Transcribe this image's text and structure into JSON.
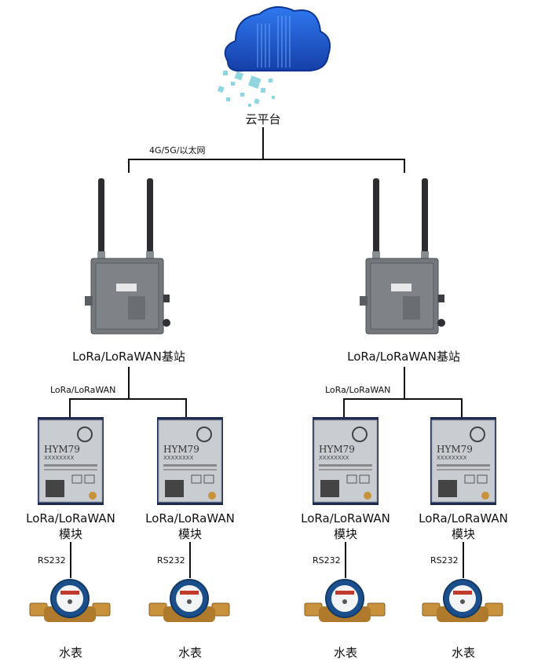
{
  "cloud": {
    "label": "云平台"
  },
  "uplink": {
    "label": "4G/5G/以太网"
  },
  "gateways": [
    {
      "label": "LoRa/LoRaWAN基站",
      "link_label": "LoRa/LoRaWAN"
    },
    {
      "label": "LoRa/LoRaWAN基站",
      "link_label": "LoRa/LoRaWAN"
    }
  ],
  "modules": [
    {
      "line1": "LoRa/LoRaWAN",
      "line2": "模块",
      "chip_model": "HYM79",
      "chip_serial": "XXXXXXXX"
    },
    {
      "line1": "LoRa/LoRaWAN",
      "line2": "模块",
      "chip_model": "HYM79",
      "chip_serial": "XXXXXXXX"
    },
    {
      "line1": "LoRa/LoRaWAN",
      "line2": "模块",
      "chip_model": "HYM79",
      "chip_serial": "XXXXXXXX"
    },
    {
      "line1": "LoRa/LoRaWAN",
      "line2": "模块",
      "chip_model": "HYM79",
      "chip_serial": "XXXXXXXX"
    }
  ],
  "meters": [
    {
      "interface": "RS232",
      "label": "水表"
    },
    {
      "interface": "RS232",
      "label": "水表"
    },
    {
      "interface": "RS232",
      "label": "水表"
    },
    {
      "interface": "RS232",
      "label": "水表"
    }
  ],
  "colors": {
    "line": "#111111",
    "cloud": "#1f5fd6",
    "tile": "#8fd6e0",
    "enclosure": "#74787d",
    "chip": "#c9cdd2",
    "brass": "#c8923c"
  }
}
